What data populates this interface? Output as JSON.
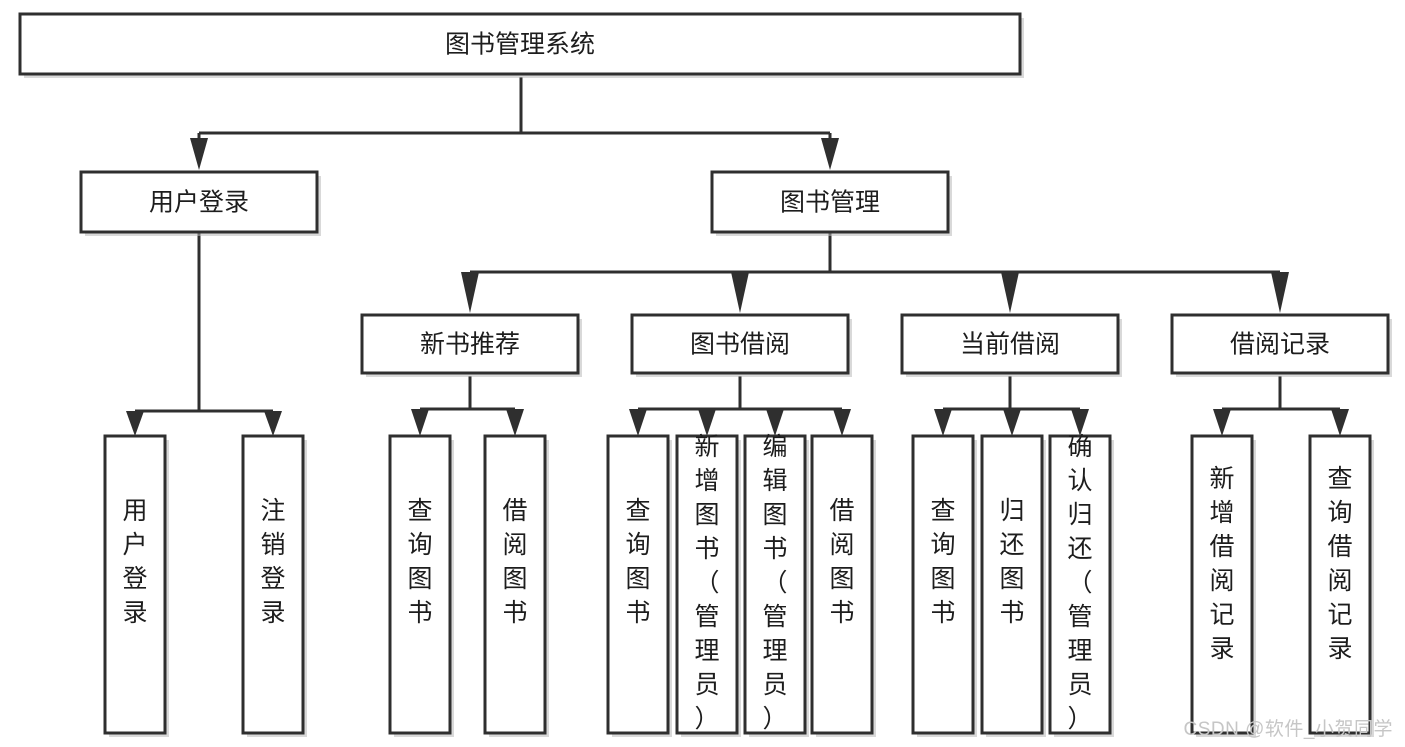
{
  "diagram": {
    "type": "tree-hierarchy",
    "title": "图书管理系统",
    "watermark": "CSDN @软件_小贺同学",
    "colors": {
      "stroke": "#2f2f2f",
      "fill": "#ffffff",
      "text": "#1d1d1d",
      "shadow": "#b9b9b9",
      "watermark": "#c6c6c6"
    },
    "levels": [
      {
        "level": 1,
        "nodes": [
          {
            "id": "root",
            "label": "图书管理系统",
            "orientation": "horizontal"
          }
        ]
      },
      {
        "level": 2,
        "nodes": [
          {
            "id": "user-login",
            "label": "用户登录",
            "orientation": "horizontal",
            "parent": "root"
          },
          {
            "id": "book-manage",
            "label": "图书管理",
            "orientation": "horizontal",
            "parent": "root"
          }
        ]
      },
      {
        "level": 3,
        "nodes": [
          {
            "id": "new-book-rec",
            "label": "新书推荐",
            "orientation": "horizontal",
            "parent": "book-manage"
          },
          {
            "id": "book-borrow",
            "label": "图书借阅",
            "orientation": "horizontal",
            "parent": "book-manage"
          },
          {
            "id": "current-borrow",
            "label": "当前借阅",
            "orientation": "horizontal",
            "parent": "book-manage"
          },
          {
            "id": "borrow-record",
            "label": "借阅记录",
            "orientation": "horizontal",
            "parent": "book-manage"
          }
        ]
      },
      {
        "level": 4,
        "nodes": [
          {
            "id": "leaf-user-login",
            "label": "用户登录",
            "orientation": "vertical",
            "parent": "user-login"
          },
          {
            "id": "leaf-logout-login",
            "label": "注销登录",
            "orientation": "vertical",
            "parent": "user-login"
          },
          {
            "id": "leaf-query-book-1",
            "label": "查询图书",
            "orientation": "vertical",
            "parent": "new-book-rec"
          },
          {
            "id": "leaf-borrow-book-1",
            "label": "借阅图书",
            "orientation": "vertical",
            "parent": "new-book-rec"
          },
          {
            "id": "leaf-query-book-2",
            "label": "查询图书",
            "orientation": "vertical",
            "parent": "book-borrow"
          },
          {
            "id": "leaf-add-book",
            "label": "新增图书（管理员）",
            "orientation": "vertical",
            "parent": "book-borrow"
          },
          {
            "id": "leaf-edit-book",
            "label": "编辑图书（管理员）",
            "orientation": "vertical",
            "parent": "book-borrow"
          },
          {
            "id": "leaf-borrow-book-2",
            "label": "借阅图书",
            "orientation": "vertical",
            "parent": "book-borrow"
          },
          {
            "id": "leaf-query-book-3",
            "label": "查询图书",
            "orientation": "vertical",
            "parent": "current-borrow"
          },
          {
            "id": "leaf-return-book",
            "label": "归还图书",
            "orientation": "vertical",
            "parent": "current-borrow"
          },
          {
            "id": "leaf-confirm-return",
            "label": "确认归还（管理员）",
            "orientation": "vertical",
            "parent": "current-borrow"
          },
          {
            "id": "leaf-add-record",
            "label": "新增借阅记录",
            "orientation": "vertical",
            "parent": "borrow-record"
          },
          {
            "id": "leaf-query-record",
            "label": "查询借阅记录",
            "orientation": "vertical",
            "parent": "borrow-record"
          }
        ]
      }
    ]
  }
}
